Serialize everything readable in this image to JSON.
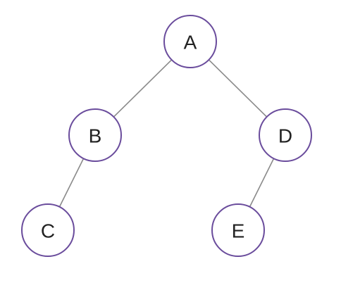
{
  "diagram": {
    "type": "binary-tree",
    "node_stroke_color": "#6a4c9c",
    "edge_color": "#8a8a8a",
    "nodes": [
      {
        "id": "A",
        "label": "A"
      },
      {
        "id": "B",
        "label": "B"
      },
      {
        "id": "D",
        "label": "D"
      },
      {
        "id": "C",
        "label": "C"
      },
      {
        "id": "E",
        "label": "E"
      }
    ],
    "edges": [
      {
        "from": "A",
        "to": "B"
      },
      {
        "from": "A",
        "to": "D"
      },
      {
        "from": "B",
        "to": "C"
      },
      {
        "from": "D",
        "to": "E"
      }
    ]
  }
}
